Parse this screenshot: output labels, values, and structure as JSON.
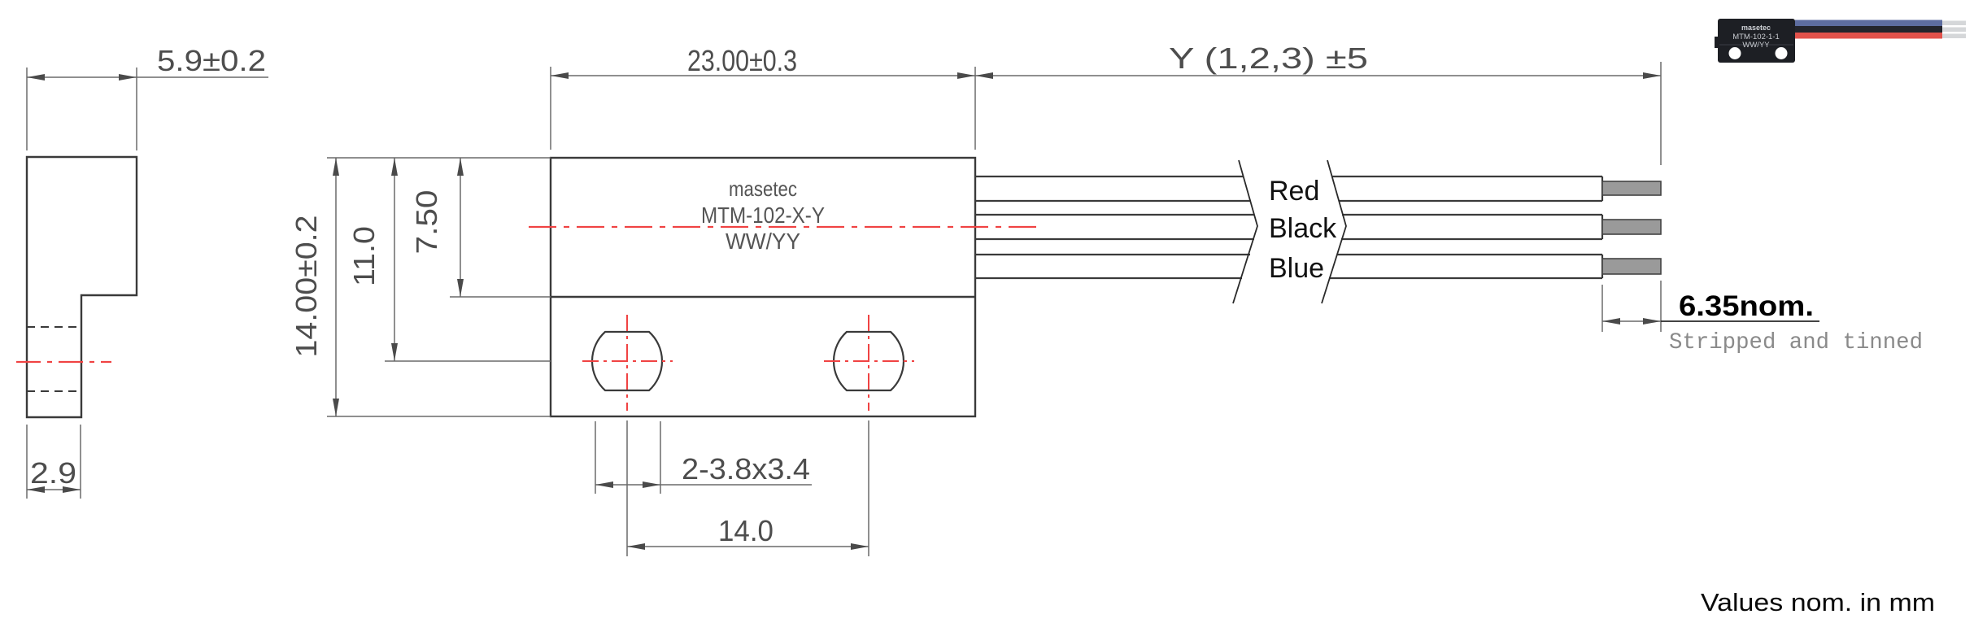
{
  "page": {
    "footer_note": "Values nom. in mm"
  },
  "views": {
    "side": {
      "width_dim": "5.9±0.2",
      "flange_dim": "2.9"
    },
    "front": {
      "width_dim": "23.00±0.3",
      "height_dim": "14.00±0.2",
      "hole_axis_dim": "11.0",
      "top_section_dim": "7.50",
      "label_line1": "masetec",
      "label_line2": "MTM-102-X-Y",
      "label_line3": "WW/YY",
      "holes_dim": "2-3.8x3.4",
      "holes_spacing_dim": "14.0"
    },
    "wires": {
      "length_dim": "Y (1,2,3) ±5",
      "labels": [
        "Red",
        "Black",
        "Blue"
      ],
      "strip_length_dim": "6.35nom.",
      "strip_note": "Stripped and tinned"
    },
    "photo": {
      "label_line1": "masetec",
      "label_line2": "MTM-102-1-1",
      "label_line3": "WW/YY"
    }
  },
  "colors": {
    "outline": "#3a3a3a",
    "dimension_line": "#6a6a6a",
    "dimension_text": "#4d4d4d",
    "centerline_red": "#f04343",
    "wire_blue": "#5d6da0",
    "wire_black": "#23252c",
    "wire_red": "#e2524b",
    "tinned_silver": "#d5d7d9",
    "tinned_gray": "#9a9a9a"
  }
}
